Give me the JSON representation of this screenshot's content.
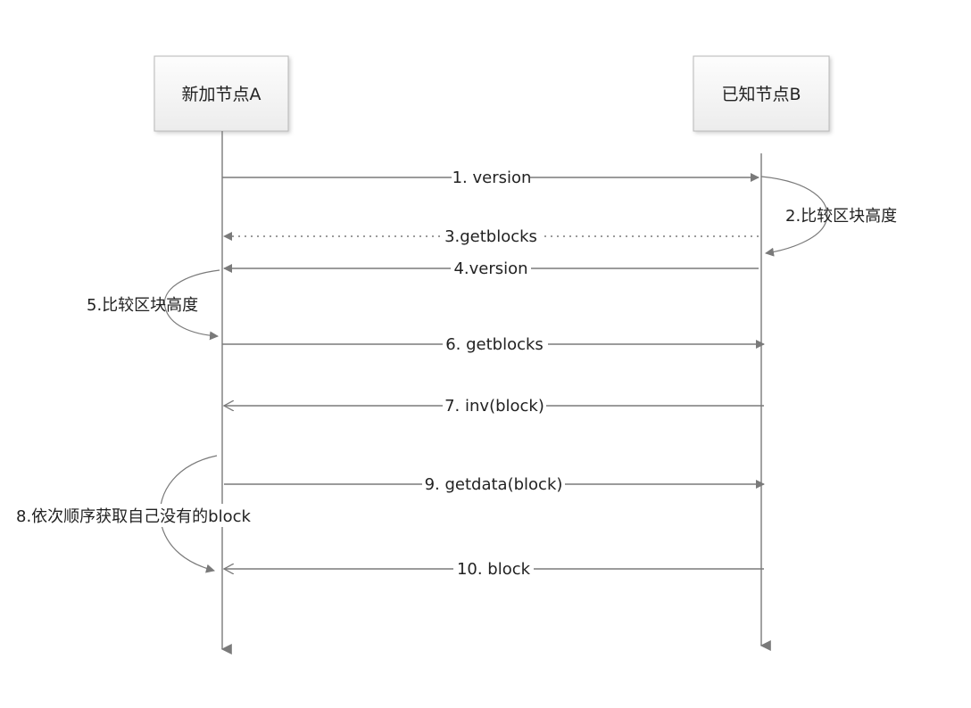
{
  "actors": {
    "a": {
      "label": "新加节点A"
    },
    "b": {
      "label": "已知节点B"
    }
  },
  "messages": [
    {
      "label": "1. version",
      "from": "a",
      "to": "b",
      "style": "solid",
      "head": "filled"
    },
    {
      "label": "3.getblocks",
      "from": "b",
      "to": "a",
      "style": "dotted",
      "head": "filled"
    },
    {
      "label": "4.version",
      "from": "b",
      "to": "a",
      "style": "solid",
      "head": "filled"
    },
    {
      "label": "6. getblocks",
      "from": "a",
      "to": "b",
      "style": "solid",
      "head": "filled"
    },
    {
      "label": "7. inv(block)",
      "from": "b",
      "to": "a",
      "style": "solid",
      "head": "open"
    },
    {
      "label": "9. getdata(block)",
      "from": "a",
      "to": "b",
      "style": "solid",
      "head": "filled"
    },
    {
      "label": "10. block",
      "from": "b",
      "to": "a",
      "style": "solid",
      "head": "open"
    }
  ],
  "notes": [
    {
      "label": "2.比较区块高度",
      "on": "b"
    },
    {
      "label": "5.比较区块高度",
      "on": "a"
    },
    {
      "label": "8.依次顺序获取自己没有的block",
      "on": "a"
    }
  ],
  "colors": {
    "line": "#7a7a7a",
    "box_border": "#b8b8b8",
    "text": "#222222"
  }
}
